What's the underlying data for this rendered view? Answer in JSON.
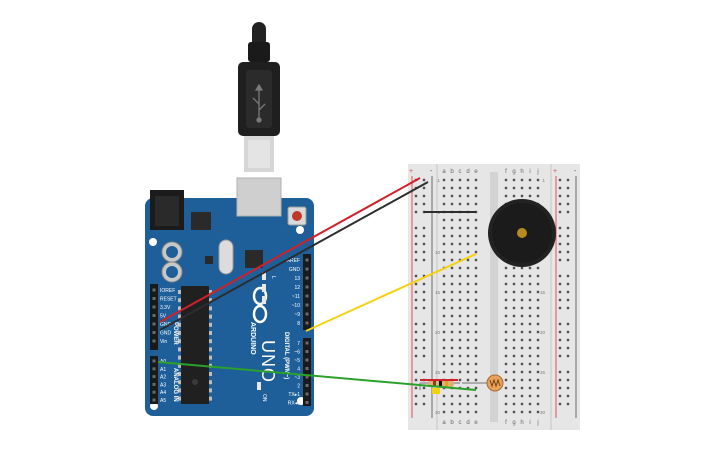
{
  "board": {
    "name": "UNO",
    "brand": "ARDUINO",
    "icon": "arduino-infinity-logo",
    "on_label": "ON",
    "tx_label": "TX",
    "rx_label": "RX",
    "l_label": "L",
    "digital_label": "DIGITAL (PWM~)",
    "power_label": "POWER",
    "analog_label": "ANALOG IN",
    "power_pins": [
      "IOREF",
      "RESET",
      "3.3V",
      "5V",
      "GND",
      "GND",
      "Vin"
    ],
    "analog_pins": [
      "A0",
      "A1",
      "A2",
      "A3",
      "A4",
      "A5"
    ],
    "digital_top_pins": [
      "AREF",
      "GND",
      "13",
      "12",
      "~11",
      "~10",
      "~9",
      "8"
    ],
    "digital_bottom_pins": [
      "7",
      "~6",
      "~5",
      "4",
      "~3",
      "2",
      "TX▸1",
      "RX◂0"
    ]
  },
  "breadboard": {
    "left_cols": [
      "a",
      "b",
      "c",
      "d",
      "e"
    ],
    "right_cols": [
      "f",
      "g",
      "h",
      "i",
      "j"
    ],
    "row_numbers": [
      "1",
      "5",
      "10",
      "15",
      "20",
      "25",
      "30"
    ],
    "rail_plus": "+",
    "rail_minus": "-"
  },
  "components": {
    "usb_cable": "usb-b-cable",
    "buzzer": "piezo-buzzer",
    "photoresistor": "photoresistor",
    "resistor": "resistor"
  },
  "wire_colors": {
    "power_5v": "#d0202a",
    "ground": "#2d2d2d",
    "signal_d8": "#f2d20f",
    "signal_a0": "#2aa12a"
  },
  "colors": {
    "board": "#1f5f99",
    "breadboard": "#e6e6e6",
    "rail_red": "#e05050",
    "buzzer": "#222222",
    "buzzer_center": "#b98a1c"
  }
}
